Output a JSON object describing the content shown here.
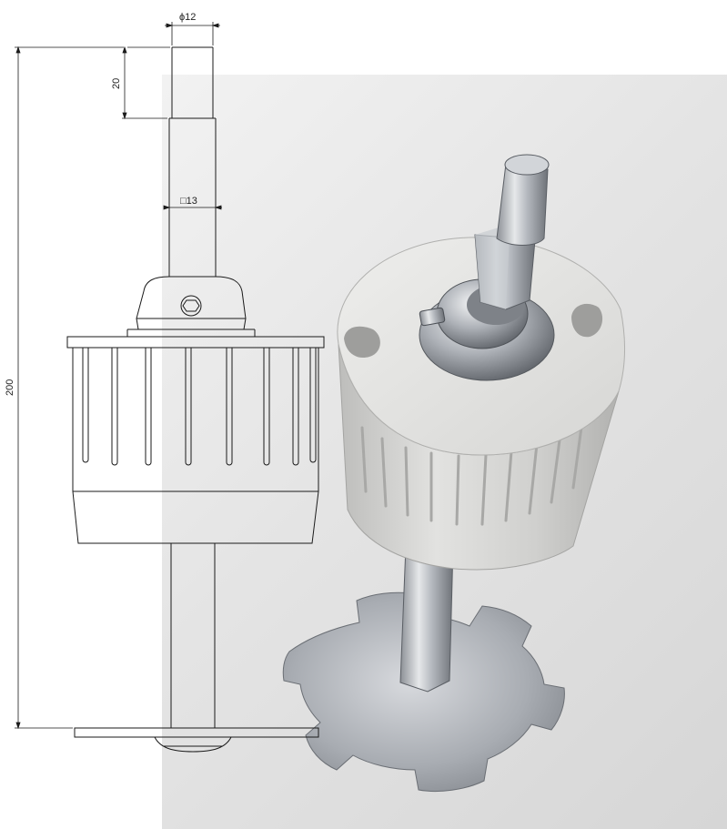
{
  "dimensions": {
    "shaft_diameter": "ϕ12",
    "shaft_square": "□13",
    "top_length": "20",
    "total_length": "200"
  },
  "colors": {
    "line": "#1a1a1a",
    "plastic": "#dcdcda",
    "metal": "#b8bcc2"
  }
}
